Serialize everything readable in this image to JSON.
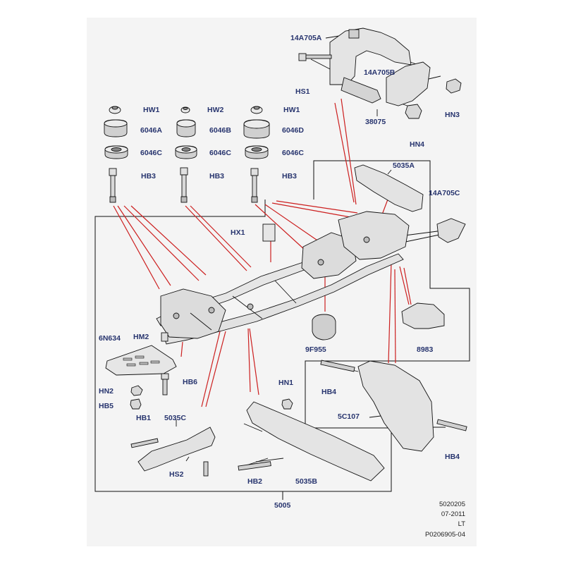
{
  "diagram": {
    "colors": {
      "background": "#f4f4f4",
      "label": "#27346e",
      "leader": "#cc1f1f",
      "line": "#111111"
    },
    "labels": {
      "hw1_a": "HW1",
      "hw2": "HW2",
      "hw1_b": "HW1",
      "p6046a": "6046A",
      "p6046b": "6046B",
      "p6046d": "6046D",
      "p6046c_a": "6046C",
      "p6046c_b": "6046C",
      "p6046c_c": "6046C",
      "hb3_a": "HB3",
      "hb3_b": "HB3",
      "hb3_c": "HB3",
      "p14a705a": "14A705A",
      "p14a705b": "14A705B",
      "p14a705c": "14A705C",
      "hs1": "HS1",
      "p38075": "38075",
      "hn3": "HN3",
      "hn4": "HN4",
      "p5035a": "5035A",
      "hx1": "HX1",
      "p6n634": "6N634",
      "hm2": "HM2",
      "hb6": "HB6",
      "hn2": "HN2",
      "hb5": "HB5",
      "hb1": "HB1",
      "p5035c": "5035C",
      "hs2": "HS2",
      "hn1": "HN1",
      "hb2": "HB2",
      "p5035b": "5035B",
      "p9f955": "9F955",
      "p8983": "8983",
      "hb4_a": "HB4",
      "hb4_b": "HB4",
      "p5c107": "5C107",
      "p5005": "5005"
    },
    "footer": {
      "code": "5020205",
      "date": "07-2011",
      "market": "LT",
      "illustration": "P0206905-04"
    }
  }
}
